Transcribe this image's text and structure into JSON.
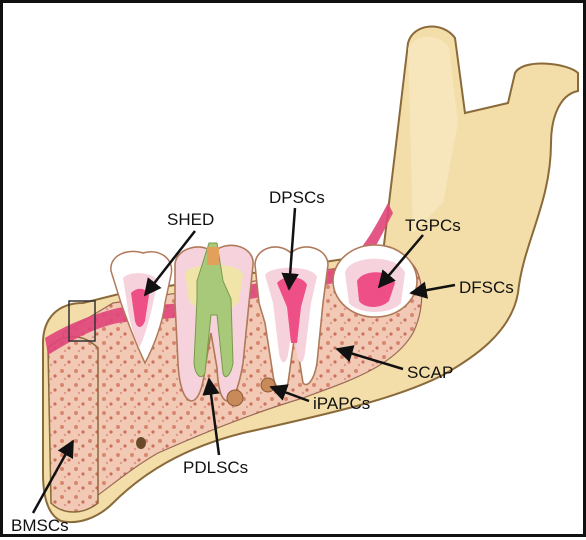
{
  "labels": {
    "shed": "SHED",
    "dpscs": "DPSCs",
    "tgpcs": "TGPCs",
    "dfscs": "DFSCs",
    "scap": "SCAP",
    "ipapcs": "iPAPCs",
    "pdlscs": "PDLSCs",
    "bmscs": "BMSCs"
  },
  "colors": {
    "bone": "#f3dda8",
    "bone_outline": "#8a6a3a",
    "marrow": "#e9b8a8",
    "gum": "#e0457a",
    "enamel": "#ffffff",
    "dentin": "#f6d3dc",
    "pulp": "#ee4f86",
    "root_canal_green": "#a9c97a",
    "arrow": "#111111"
  }
}
